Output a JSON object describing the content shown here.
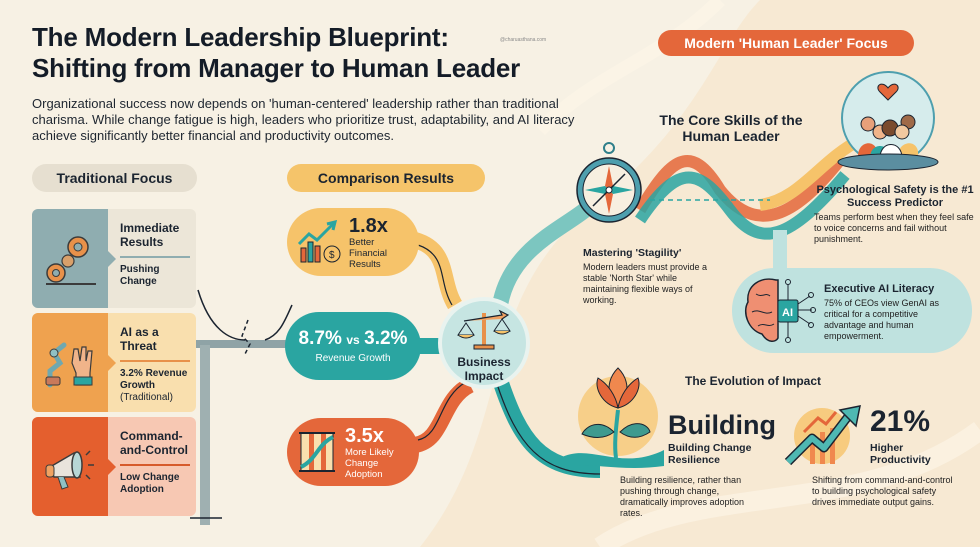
{
  "header": {
    "title_line1": "The Modern Leadership Blueprint:",
    "title_line2": "Shifting from Manager to Human Leader",
    "watermark": "@charuasthana.com",
    "intro": "Organizational success now depends on 'human-centered' leadership rather than traditional charisma. While change fatigue is high, leaders who prioritize trust, adaptability, and AI literacy achieve significantly better financial and productivity outcomes."
  },
  "traditional": {
    "label": "Traditional Focus",
    "cards": [
      {
        "icon": "gears-machine-icon",
        "heading": "Immediate Results",
        "sub": "Pushing Change",
        "sub2": ""
      },
      {
        "icon": "robot-arm-hand-icon",
        "heading": "AI as a Threat",
        "sub": "3.2% Revenue Growth",
        "sub2": "(Traditional)"
      },
      {
        "icon": "megaphone-icon",
        "heading": "Command-and-Control",
        "sub": "Low Change Adoption",
        "sub2": ""
      }
    ]
  },
  "comparison": {
    "label": "Comparison Results",
    "items": [
      {
        "icon": "chart-coins-icon",
        "value": "1.8x",
        "caption": "Better Financial Results"
      },
      {
        "value_a": "8.7%",
        "vs": "vs",
        "value_b": "3.2%",
        "caption": "Revenue Growth"
      },
      {
        "icon": "rope-tangle-icon",
        "value": "3.5x",
        "caption": "More Likely Change Adoption"
      }
    ],
    "hub": {
      "icon": "balance-scale-icon",
      "label": "Business Impact"
    }
  },
  "modern": {
    "label": "Modern 'Human Leader' Focus",
    "core_title": "The Core Skills of the Human Leader",
    "stagility": {
      "icon": "compass-icon",
      "heading": "Mastering 'Stagility'",
      "text": "Modern leaders must provide a stable 'North Star' while maintaining flexible ways of working."
    },
    "psych_safety": {
      "icon": "team-globe-icon",
      "heading": "Psychological Safety is the #1 Success Predictor",
      "text": "Teams perform best when they feel safe to voice concerns and fail without punishment."
    },
    "ai_literacy": {
      "icon": "brain-chip-icon",
      "chip": "AI",
      "heading": "Executive AI Literacy",
      "text": "75% of CEOs view GenAI as critical for a competitive advantage and human empowerment."
    },
    "evolution": {
      "title": "The Evolution of Impact",
      "building": {
        "icon": "flower-icon",
        "big": "Building",
        "sub": "Building Change Resilience",
        "text": "Building resilience, rather than pushing through change, dramatically improves adoption rates."
      },
      "productivity": {
        "icon": "arrow-up-chart-icon",
        "big": "21%",
        "sub": "Higher Productivity",
        "text": "Shifting from command-and-control to building psychological safety drives immediate output gains."
      }
    }
  },
  "colors": {
    "background": "#f7f1e4",
    "orange": "#e4673a",
    "teal": "#2aa5a1",
    "yellow": "#f6c36a",
    "slate": "#8fadb0",
    "ink": "#1b2430"
  }
}
